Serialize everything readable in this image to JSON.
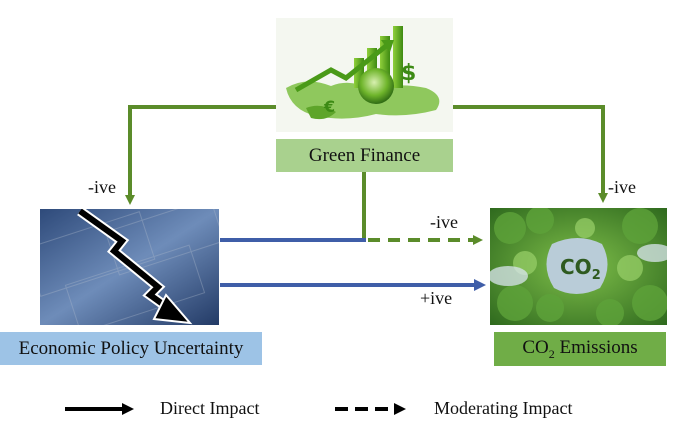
{
  "nodes": {
    "green_finance": {
      "label": "Green Finance",
      "icon": "green-finance-illustration"
    },
    "epu": {
      "label": "Economic Policy Uncertainty",
      "icon": "falling-money-chart-photo"
    },
    "co2": {
      "label_main": "CO",
      "label_sub": "2",
      "label_rest": " Emissions",
      "badge_main": "CO",
      "badge_sub": "2",
      "icon": "co2-forest-photo"
    }
  },
  "edges": {
    "gf_to_epu": "-ive",
    "gf_to_co2": "-ive",
    "moderating": "-ive",
    "direct": "+ive"
  },
  "legend": {
    "direct": "Direct Impact",
    "moderating": "Moderating Impact"
  },
  "colors": {
    "green_line": "#5b8c2a",
    "blue_line": "#3f5ea8",
    "green_label_bg": "#a9d18e",
    "blue_label_bg": "#9dc3e6"
  }
}
